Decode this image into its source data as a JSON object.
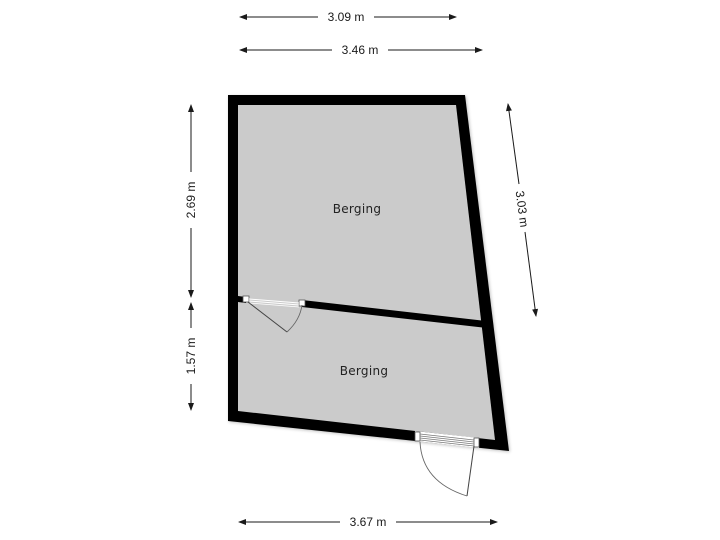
{
  "plan": {
    "colors": {
      "wall": "#000000",
      "floor": "#cbcbcb",
      "dimension_line": "#1a1a1a",
      "background": "#ffffff"
    },
    "rooms": [
      {
        "label": "Berging"
      },
      {
        "label": "Berging"
      }
    ],
    "dimensions": {
      "top_inner": "3.09 m",
      "top_outer": "3.46 m",
      "left_upper": "2.69 m",
      "left_lower": "1.57 m",
      "right_slanted": "3.03 m",
      "bottom": "3.67 m"
    },
    "doors": [
      {
        "name": "interior-door"
      },
      {
        "name": "exterior-door"
      }
    ]
  }
}
